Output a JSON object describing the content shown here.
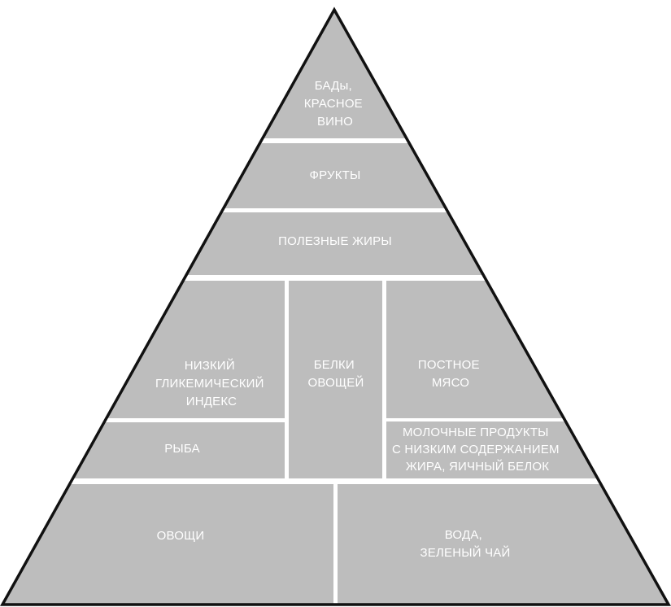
{
  "colors": {
    "fill": "#bdbdbd",
    "divider": "#ffffff",
    "outline": "#111111",
    "text": "#ffffff"
  },
  "levels": {
    "supplements": [
      "БАДы,",
      "КРАСНОЕ",
      "ВИНО"
    ],
    "fruits": [
      "ФРУКТЫ"
    ],
    "healthy_fats": [
      "ПОЛЕЗНЫЕ ЖИРЫ"
    ],
    "low_gi": [
      "НИЗКИЙ",
      "ГЛИКЕМИЧЕСКИЙ",
      "ИНДЕКС"
    ],
    "fish": [
      "РЫБА"
    ],
    "vegetable_protein": [
      "БЕЛКИ",
      "ОВОЩЕЙ"
    ],
    "lean_meat": [
      "ПОСТНОЕ",
      "МЯСО"
    ],
    "dairy": [
      "МОЛОЧНЫЕ ПРОДУКТЫ",
      "С НИЗКИМ СОДЕРЖАНИЕМ",
      "ЖИРА, ЯИЧНЫЙ БЕЛОК"
    ],
    "vegetables": [
      "ОВОЩИ"
    ],
    "water_tea": [
      "ВОДА,",
      "ЗЕЛЕНЫЙ ЧАЙ"
    ]
  }
}
